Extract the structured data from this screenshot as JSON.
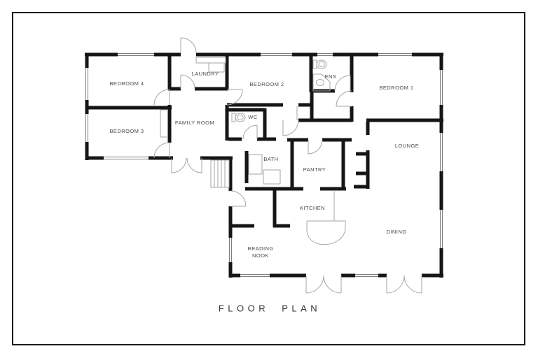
{
  "title": {
    "text": "FLOOR PLAN"
  },
  "plan": {
    "rooms": {
      "bedroom4": {
        "label": "BEDROOM 4"
      },
      "bedroom3": {
        "label": "BEDROOM 3"
      },
      "laundry": {
        "label": "LAUNDRY"
      },
      "family_room": {
        "label": "FAMILY ROOM"
      },
      "bedroom2": {
        "label": "BEDROOM 2"
      },
      "wc": {
        "label": "WC"
      },
      "ens": {
        "label": "ENS"
      },
      "bedroom1": {
        "label": "BEDROOM 1"
      },
      "lounge": {
        "label": "LOUNGE"
      },
      "bath": {
        "label": "BATH"
      },
      "pantry": {
        "label": "PANTRY"
      },
      "kitchen": {
        "label": "KITCHEN"
      },
      "dining": {
        "label": "DINING"
      },
      "reading_nook": {
        "label": "READING\nNOOK"
      }
    }
  },
  "colors": {
    "wall": "#161616",
    "window": "#7e7e7e",
    "door": "#a6a6a6",
    "label_text": "#4a4a4a",
    "background": "#ffffff"
  }
}
